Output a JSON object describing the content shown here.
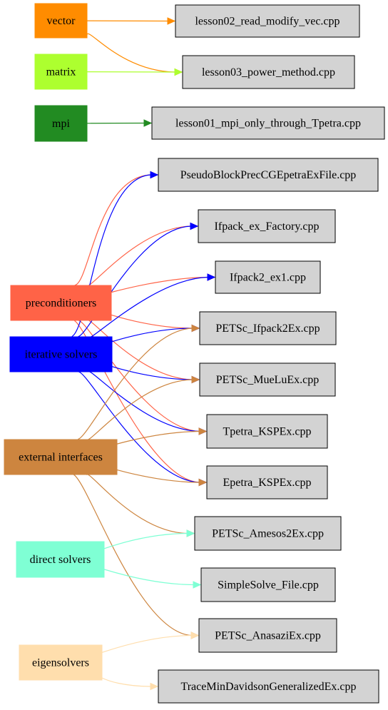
{
  "categories": [
    {
      "id": "vector",
      "label": "vector",
      "color": "#ff8c00"
    },
    {
      "id": "matrix",
      "label": "matrix",
      "color": "#adff2f"
    },
    {
      "id": "mpi",
      "label": "mpi",
      "color": "#228b22"
    },
    {
      "id": "preconditioners",
      "label": "preconditioners",
      "color": "#ff6347"
    },
    {
      "id": "iterative",
      "label": "iterative solvers",
      "color": "#0000ff"
    },
    {
      "id": "external",
      "label": "external interfaces",
      "color": "#cd853f"
    },
    {
      "id": "direct",
      "label": "direct solvers",
      "color": "#7fffd4"
    },
    {
      "id": "eigen",
      "label": "eigensolvers",
      "color": "#ffdead"
    }
  ],
  "files": [
    {
      "id": "f_l02",
      "label": "lesson02_read_modify_vec.cpp"
    },
    {
      "id": "f_l03",
      "label": "lesson03_power_method.cpp"
    },
    {
      "id": "f_l01",
      "label": "lesson01_mpi_only_through_Tpetra.cpp"
    },
    {
      "id": "f_pb",
      "label": "PseudoBlockPrecCGEpetraExFile.cpp"
    },
    {
      "id": "f_ifex",
      "label": "Ifpack_ex_Factory.cpp"
    },
    {
      "id": "f_if2",
      "label": "Ifpack2_ex1.cpp"
    },
    {
      "id": "f_pif2",
      "label": "PETSc_Ifpack2Ex.cpp"
    },
    {
      "id": "f_pmue",
      "label": "PETSc_MueLuEx.cpp"
    },
    {
      "id": "f_tksp",
      "label": "Tpetra_KSPEx.cpp"
    },
    {
      "id": "f_eksp",
      "label": "Epetra_KSPEx.cpp"
    },
    {
      "id": "f_pam",
      "label": "PETSc_Amesos2Ex.cpp"
    },
    {
      "id": "f_ss",
      "label": "SimpleSolve_File.cpp"
    },
    {
      "id": "f_pan",
      "label": "PETSc_AnasaziEx.cpp"
    },
    {
      "id": "f_tmd",
      "label": "TraceMinDavidsonGeneralizedEx.cpp"
    }
  ],
  "file_fill": "#d3d3d3",
  "edges": [
    {
      "from": "vector",
      "to": "f_l02"
    },
    {
      "from": "vector",
      "to": "f_l03"
    },
    {
      "from": "matrix",
      "to": "f_l03"
    },
    {
      "from": "mpi",
      "to": "f_l01"
    },
    {
      "from": "preconditioners",
      "to": "f_pb"
    },
    {
      "from": "preconditioners",
      "to": "f_ifex"
    },
    {
      "from": "preconditioners",
      "to": "f_if2"
    },
    {
      "from": "preconditioners",
      "to": "f_pif2"
    },
    {
      "from": "preconditioners",
      "to": "f_pmue"
    },
    {
      "from": "preconditioners",
      "to": "f_tksp"
    },
    {
      "from": "preconditioners",
      "to": "f_eksp"
    },
    {
      "from": "iterative",
      "to": "f_pb"
    },
    {
      "from": "iterative",
      "to": "f_ifex"
    },
    {
      "from": "iterative",
      "to": "f_if2"
    },
    {
      "from": "iterative",
      "to": "f_pif2"
    },
    {
      "from": "iterative",
      "to": "f_pmue"
    },
    {
      "from": "iterative",
      "to": "f_tksp"
    },
    {
      "from": "iterative",
      "to": "f_eksp"
    },
    {
      "from": "external",
      "to": "f_pif2"
    },
    {
      "from": "external",
      "to": "f_pmue"
    },
    {
      "from": "external",
      "to": "f_tksp"
    },
    {
      "from": "external",
      "to": "f_eksp"
    },
    {
      "from": "external",
      "to": "f_pam"
    },
    {
      "from": "external",
      "to": "f_pan"
    },
    {
      "from": "direct",
      "to": "f_pam"
    },
    {
      "from": "direct",
      "to": "f_ss"
    },
    {
      "from": "eigen",
      "to": "f_pan"
    },
    {
      "from": "eigen",
      "to": "f_tmd"
    }
  ]
}
